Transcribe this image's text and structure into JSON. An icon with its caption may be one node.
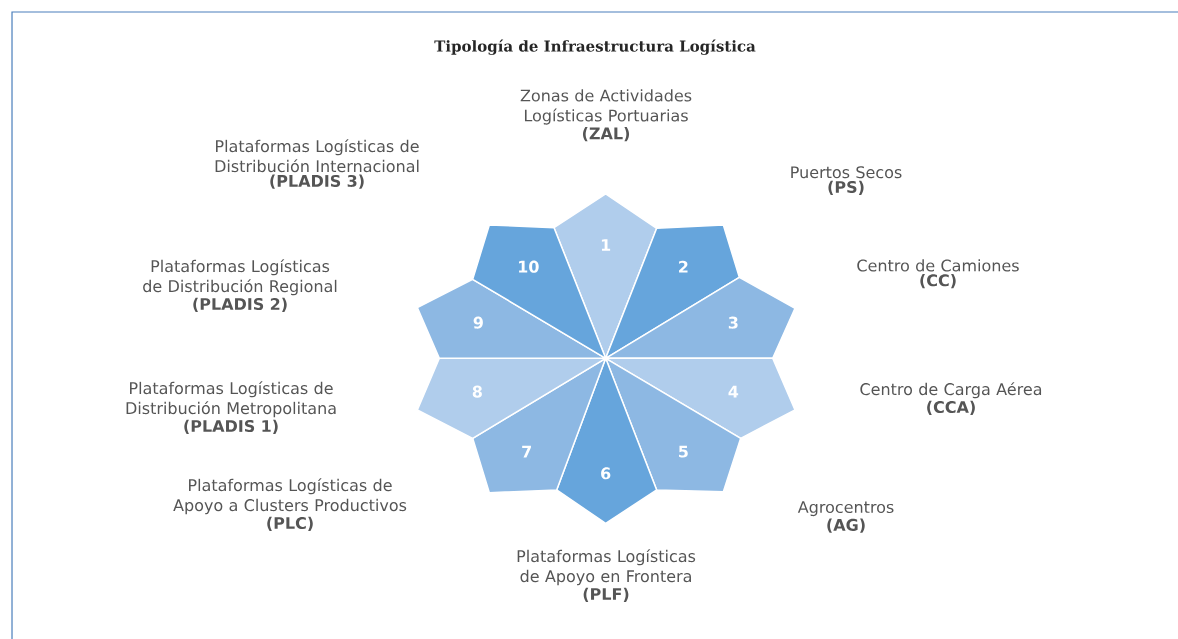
{
  "diagram": {
    "title": "Tipología de Infraestructura Logística",
    "nodes": [
      {
        "text": [
          "1"
        ],
        "beside": [
          "Zonas de Actividades Logísticas Portuarias",
          "(ZAL)"
        ]
      },
      {
        "text": [
          "2"
        ],
        "beside": [
          "Puertos Secos",
          "(PS)"
        ]
      },
      {
        "text": [
          "3"
        ],
        "beside": [
          "Centro de Camiones",
          "(CC)"
        ]
      },
      {
        "text": [
          "4"
        ],
        "beside": [
          "Centro de Carga Aérea",
          "(CCA)"
        ]
      },
      {
        "text": [
          "5"
        ],
        "beside": [
          "Agrocentros",
          "(AG)"
        ]
      },
      {
        "text": [
          "6"
        ],
        "beside": [
          "Plataformas Logísticas de Apoyo en Frontera",
          "(PLF)"
        ]
      },
      {
        "text": [
          "7"
        ],
        "beside": [
          "Plataformas Logísticas de Apoyo a Clusters Productivos",
          "(PLC)"
        ]
      },
      {
        "text": [
          "8"
        ],
        "beside": [
          "Plataformas Logísticas de Distribución Metropolitana",
          "(PLADIS 1)"
        ]
      },
      {
        "text": [
          "9"
        ],
        "beside": [
          "Plataformas Logísticas de Distribución Regional",
          "(PLADIS 2)"
        ]
      },
      {
        "text": [
          "10"
        ],
        "beside": [
          "Plataformas Logísticas de Distribución Internacional",
          "(PLADIS 3)"
        ]
      }
    ]
  }
}
